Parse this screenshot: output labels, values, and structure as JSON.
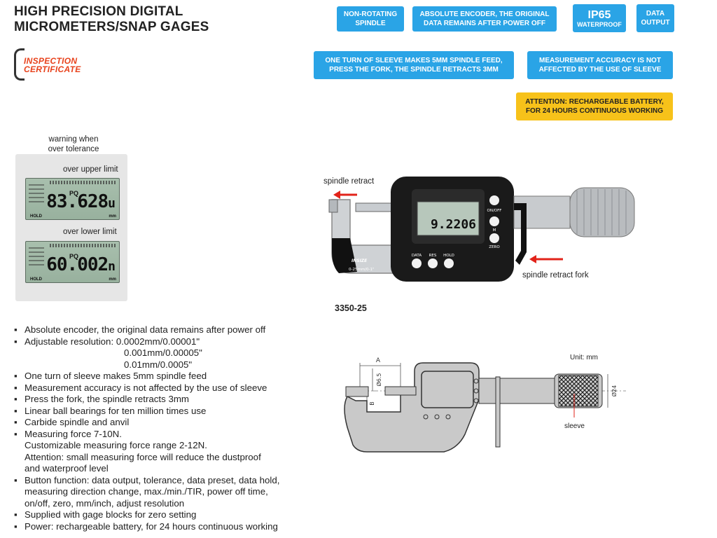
{
  "title": {
    "line1": "HIGH PRECISION DIGITAL",
    "line2": "MICROMETERS/SNAP GAGES"
  },
  "certificate": {
    "line1": "INSPECTION",
    "line2": "CERTIFICATE"
  },
  "badges": {
    "non_rotating": {
      "line1": "NON-ROTATING",
      "line2": "SPINDLE"
    },
    "absolute_encoder": {
      "line1": "ABSOLUTE ENCODER, THE ORIGINAL",
      "line2": "DATA REMAINS AFTER POWER OFF"
    },
    "ip65": {
      "line1": "IP65",
      "line2": "WATERPROOF"
    },
    "data_output": {
      "line1": "DATA",
      "line2": "OUTPUT"
    },
    "one_turn": {
      "line1": "ONE TURN OF SLEEVE MAKES 5MM SPINDLE FEED,",
      "line2": "PRESS THE FORK, THE SPINDLE RETRACTS 3MM"
    },
    "accuracy": {
      "line1": "MEASUREMENT ACCURACY IS NOT",
      "line2": "AFFECTED BY THE USE OF SLEEVE"
    },
    "attention": {
      "line1": "ATTENTION: RECHARGEABLE BATTERY,",
      "line2": "FOR 24 HOURS CONTINUOUS WORKING"
    }
  },
  "warning_panel": {
    "heading_line1": "warning when",
    "heading_line2": "over tolerance",
    "upper_label": "over upper limit",
    "lower_label": "over lower limit",
    "upper_reading": "83.628",
    "lower_reading": "60.002",
    "upper_suffix": "u",
    "lower_suffix": "n",
    "lcd_mode": "PQ",
    "lcd_hold": "HOLD",
    "lcd_unit": "mm"
  },
  "product_photo": {
    "spindle_retract_label": "spindle retract",
    "fork_label": "spindle retract fork",
    "display_reading": "9.2206",
    "buttons": {
      "onoff": "ON/OFF",
      "m": "M",
      "zero": "ZERO",
      "data": "DATA",
      "res": "RES",
      "hold": "HOLD"
    },
    "brand": "INSIZE",
    "range": "0-25mm/0-1\""
  },
  "model_number": "3350-25",
  "features": [
    {
      "text": "Absolute encoder, the original data remains after power off"
    },
    {
      "text": "Adjustable resolution: 0.0002mm/0.00001\"",
      "continuations": [
        "0.001mm/0.00005\"",
        "0.01mm/0.0005\""
      ],
      "indent": true
    },
    {
      "text": "One turn of sleeve makes 5mm spindle feed"
    },
    {
      "text": "Measurement accuracy is not affected by the use of sleeve"
    },
    {
      "text": "Press the fork, the spindle retracts 3mm"
    },
    {
      "text": "Linear ball bearings for ten million times use"
    },
    {
      "text": "Carbide spindle and anvil"
    },
    {
      "text": "Measuring force 7-10N.",
      "continuations": [
        "Customizable measuring force range 2-12N.",
        "Attention: small measuring force will reduce the dustproof",
        "and waterproof level"
      ]
    },
    {
      "text": "Button function: data output, tolerance, data preset, data hold,",
      "continuations": [
        "measuring direction change, max./min./TIR, power off time,",
        "on/off, zero, mm/inch, adjust resolution"
      ]
    },
    {
      "text": "Supplied with gage blocks for zero setting"
    },
    {
      "text": "Power: rechargeable battery, for 24 hours continuous working"
    }
  ],
  "drawing": {
    "unit": "Unit: mm",
    "dim_a": "A",
    "dim_b": "B",
    "dim_spindle": "Ø6.5",
    "dim_sleeve": "Ø24",
    "sleeve_label": "sleeve"
  },
  "colors": {
    "badge_blue": "#2aa4e6",
    "badge_yellow": "#f7c21a",
    "certificate_red": "#e8421c",
    "arrow_red": "#e2231a"
  }
}
